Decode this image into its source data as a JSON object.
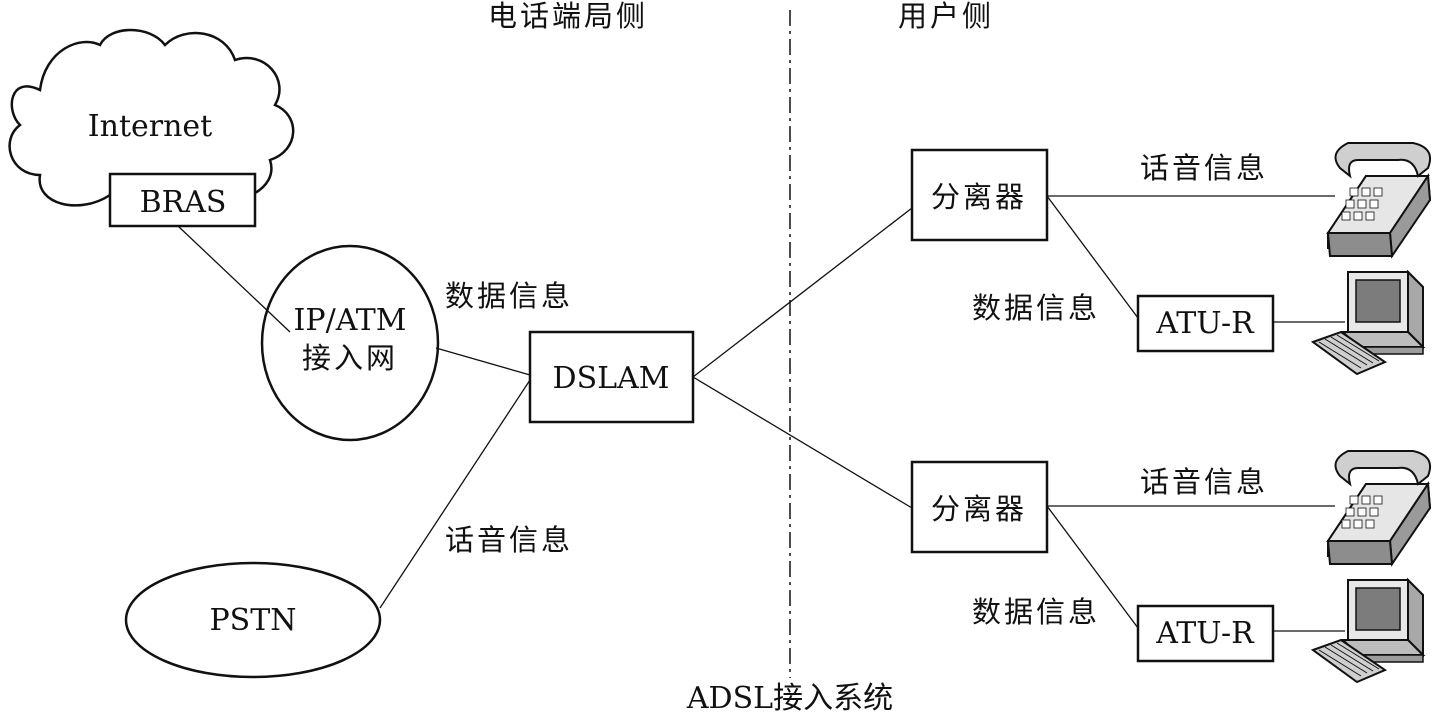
{
  "headers": {
    "exchange_side": "电话端局侧",
    "user_side": "用户侧"
  },
  "caption": "ADSL接入系统",
  "nodes": {
    "internet": "Internet",
    "bras": "BRAS",
    "ip_atm_line1": "IP/ATM",
    "ip_atm_line2": "接入网",
    "pstn": "PSTN",
    "dslam": "DSLAM",
    "splitter_top": "分离器",
    "splitter_bottom": "分离器",
    "atu_top": "ATU-R",
    "atu_bottom": "ATU-R"
  },
  "edge_labels": {
    "data_left": "数据信息",
    "voice_left": "话音信息",
    "voice_top": "话音信息",
    "data_top": "数据信息",
    "voice_bottom": "话音信息",
    "data_bottom": "数据信息"
  },
  "icons": {
    "telephone": "telephone-icon",
    "computer": "computer-icon"
  }
}
